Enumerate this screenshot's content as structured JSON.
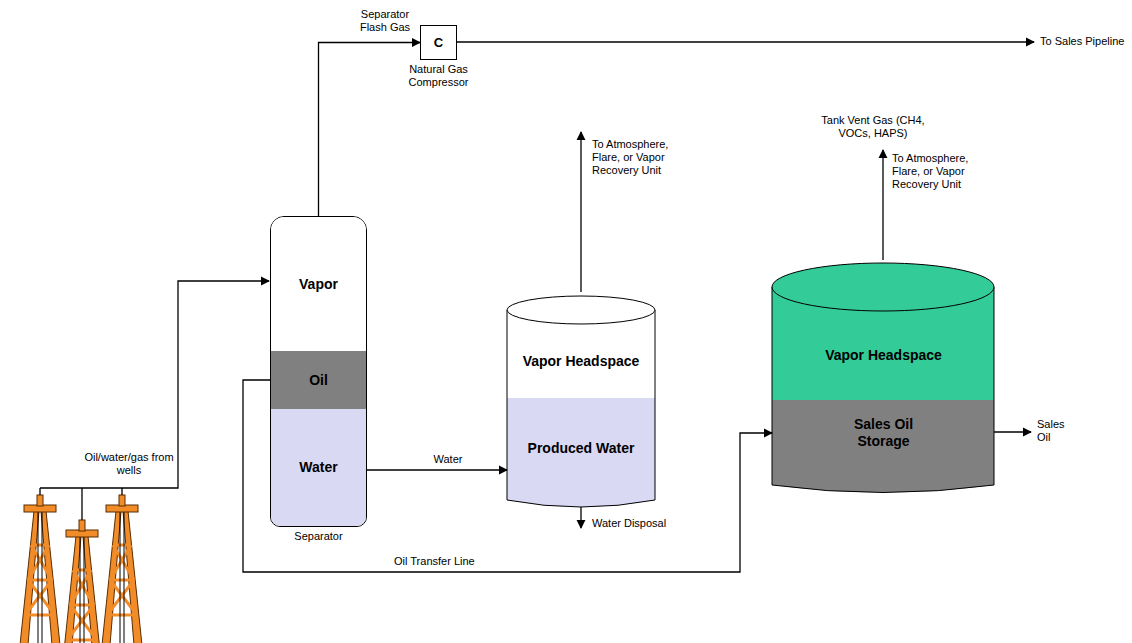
{
  "diagram": {
    "nodes": [
      {
        "text": [
          "Separator"
        ]
      },
      {
        "text": [
          "Vapor"
        ],
        "in": 0
      },
      {
        "text": [
          "Oil"
        ],
        "in": 0
      },
      {
        "text": [
          "Water"
        ],
        "in": 0
      },
      {
        "text": [
          "C",
          "Natural Gas Compressor"
        ]
      },
      {
        "text": [
          "Vapor Headspace"
        ]
      },
      {
        "text": [
          "Produced Water"
        ]
      },
      {
        "text": [
          "Vapor Headspace"
        ]
      },
      {
        "text": [
          "Sales Oil Storage"
        ]
      }
    ],
    "edges": [
      {
        "from": 1,
        "to": 4,
        "label": "Separator Flash Gas",
        "arrow": "to"
      },
      {
        "from": 3,
        "to": 6,
        "label": "Water",
        "arrow": "to"
      },
      {
        "from": 2,
        "to": 8,
        "label": "Oil Transfer Line",
        "arrow": "to"
      }
    ],
    "labels": [
      "Oil/water/gas from wells",
      "To Sales Pipeline",
      "To Atmosphere, Flare, or Vapor Recovery Unit",
      "Tank Vent Gas (CH4, VOCs, HAPS)",
      "To Atmosphere, Flare, or Vapor Recovery Unit",
      "Water Disposal",
      "Sales Oil"
    ]
  }
}
